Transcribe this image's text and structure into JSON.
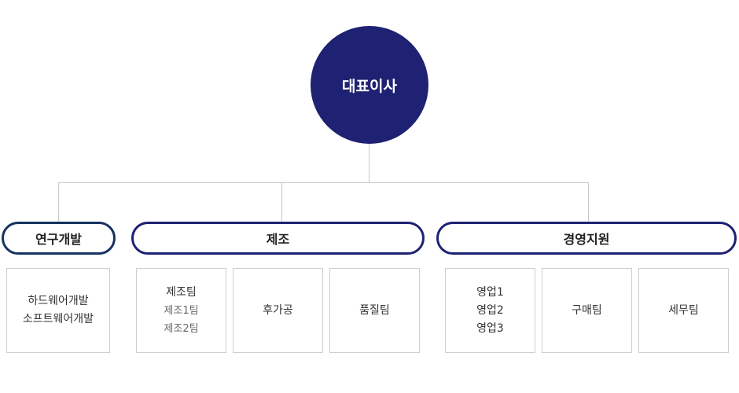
{
  "ceo": "대표이사",
  "departments": {
    "rnd": {
      "label": "연구개발",
      "teams": [
        [
          "하드웨어개발",
          "소프트웨어개발"
        ]
      ]
    },
    "manufacturing": {
      "label": "제조",
      "teams": [
        {
          "title": "제조팀",
          "subs": [
            "제조1팀",
            "제조2팀"
          ]
        },
        "후가공",
        "품질팀"
      ]
    },
    "management": {
      "label": "경영지원",
      "teams": [
        [
          "영업1",
          "영업2",
          "영업3"
        ],
        "구매팀",
        "세무팀"
      ]
    }
  }
}
